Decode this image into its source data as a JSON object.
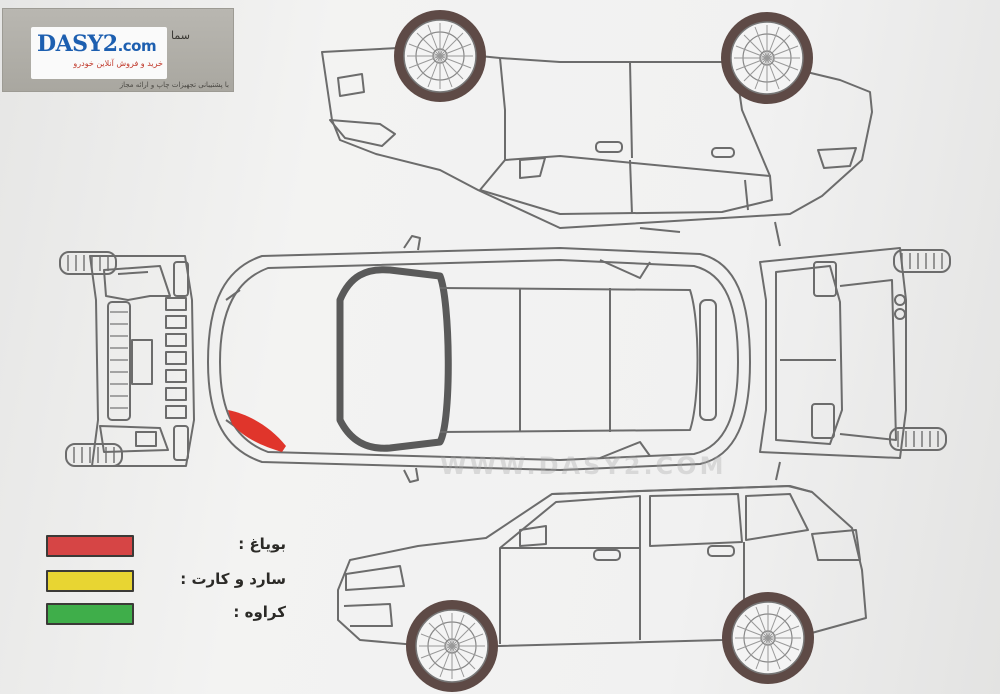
{
  "logo": {
    "brand_main": "DASY2",
    "brand_domain": ".com",
    "tagline": "خرید و فروش آنلاین خودرو",
    "subtitle_top": "سما",
    "subtitle_bottom": "با پشتیبانی تجهیزات چاپ و ارائه مجاز"
  },
  "watermark": "WWW.DASY2.COM",
  "legend": {
    "items": [
      {
        "label": "بویاغ :",
        "color": "#d64545"
      },
      {
        "label": "سارد و کارت :",
        "color": "#e8d532"
      },
      {
        "label": "کراوه :",
        "color": "#3fae4a"
      }
    ]
  },
  "damage": {
    "marked_area": "front-left hood edge",
    "color": "#e0352b"
  },
  "colors": {
    "line": "#6c6c6c",
    "tire": "#5e4a46",
    "paper": "#f1f1f1"
  }
}
